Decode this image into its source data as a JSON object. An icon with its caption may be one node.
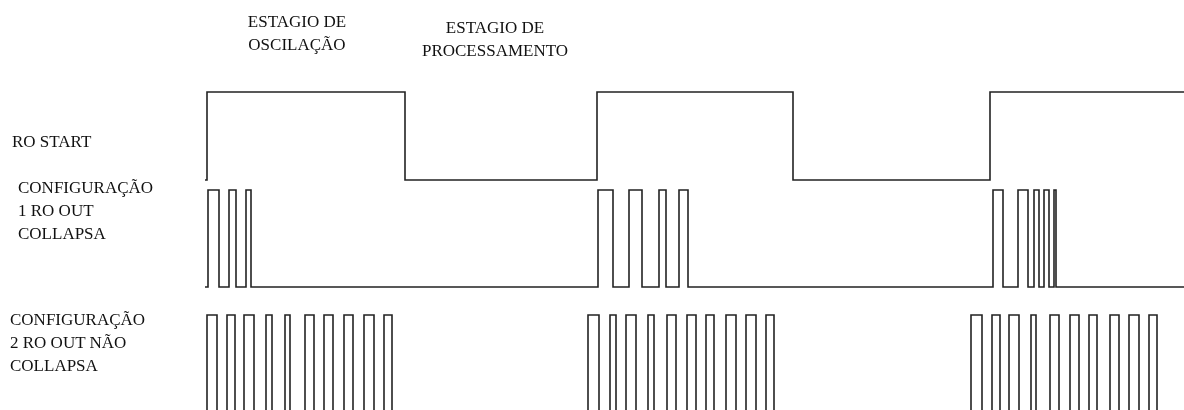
{
  "diagram": {
    "labels": [
      "ESTAGIO DE OSCILAÇÃO",
      "ESTAGIO DE PROCESSAMENTO",
      "RO START",
      "CONFIGURAÇÃO 1 RO OUT COLLAPSA",
      "CONFIGURAÇÃO 2 RO OUT NÃO COLLAPSA"
    ]
  }
}
